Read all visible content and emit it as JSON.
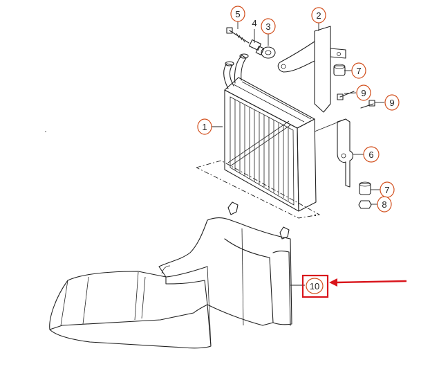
{
  "callouts": [
    {
      "id": "1",
      "label": "1"
    },
    {
      "id": "2",
      "label": "2"
    },
    {
      "id": "3",
      "label": "3"
    },
    {
      "id": "4",
      "label": "4"
    },
    {
      "id": "5",
      "label": "5"
    },
    {
      "id": "6",
      "label": "6"
    },
    {
      "id": "7a",
      "label": "7"
    },
    {
      "id": "7b",
      "label": "7"
    },
    {
      "id": "8",
      "label": "8"
    },
    {
      "id": "9a",
      "label": "9"
    },
    {
      "id": "9b",
      "label": "9"
    },
    {
      "id": "10",
      "label": "10"
    }
  ],
  "highlight": {
    "target": "10",
    "box_color": "#d9141b",
    "arrow_color": "#d9141b"
  },
  "colors": {
    "callout_circle": "#d2501e",
    "line_art": "#222222",
    "background": "#ffffff"
  }
}
